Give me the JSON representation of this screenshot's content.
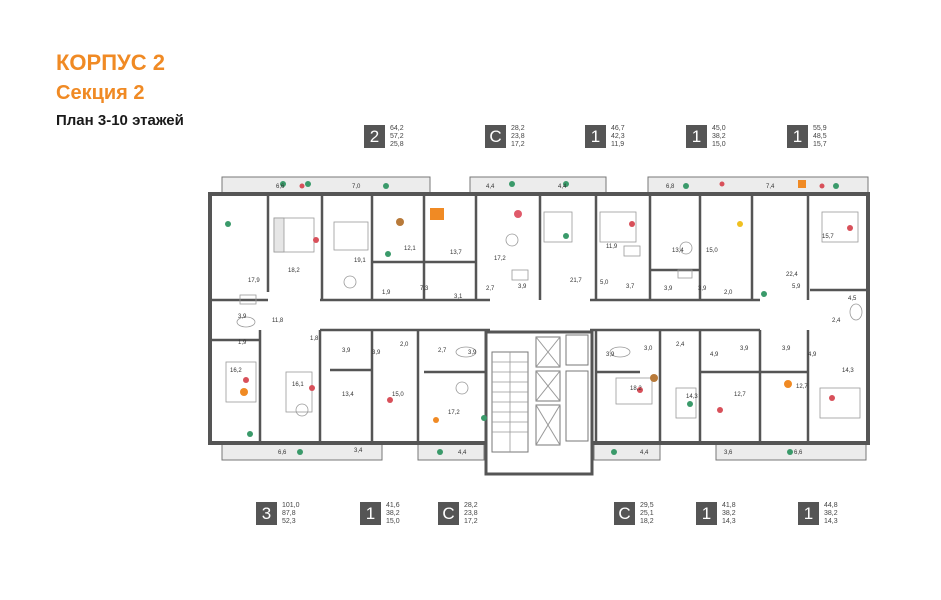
{
  "header": {
    "building": "КОРПУС 2",
    "section": "Секция 2",
    "plan": "План 3-10 этажей"
  },
  "badges_top": [
    {
      "type": "2",
      "values": [
        "64,2",
        "57,2",
        "25,8"
      ]
    },
    {
      "type": "С",
      "values": [
        "28,2",
        "23,8",
        "17,2"
      ]
    },
    {
      "type": "1",
      "values": [
        "46,7",
        "42,3",
        "11,9"
      ]
    },
    {
      "type": "1",
      "values": [
        "45,0",
        "38,2",
        "15,0"
      ]
    },
    {
      "type": "1",
      "values": [
        "55,9",
        "48,5",
        "15,7"
      ]
    }
  ],
  "badges_bottom": [
    {
      "type": "3",
      "values": [
        "101,0",
        "87,8",
        "52,3"
      ]
    },
    {
      "type": "1",
      "values": [
        "41,6",
        "38,2",
        "15,0"
      ]
    },
    {
      "type": "С",
      "values": [
        "28,2",
        "23,8",
        "17,2"
      ]
    },
    {
      "type": "С",
      "values": [
        "29,5",
        "25,1",
        "18,2"
      ]
    },
    {
      "type": "1",
      "values": [
        "41,8",
        "38,2",
        "14,3"
      ]
    },
    {
      "type": "1",
      "values": [
        "44,8",
        "38,2",
        "14,3"
      ]
    }
  ],
  "room_labels": {
    "top_balconies": [
      "6,6",
      "7,0",
      "4,4",
      "4,4",
      "6,8",
      "7,4"
    ],
    "top_rooms": [
      "17,9",
      "18,2",
      "19,1",
      "12,1",
      "13,7",
      "17,2",
      "21,7",
      "11,9",
      "13,4",
      "15,0",
      "22,4",
      "15,7"
    ],
    "top_small": [
      "1,9",
      "7,3",
      "3,1",
      "2,7",
      "3,9",
      "5,0",
      "3,7",
      "3,9",
      "3,9",
      "2,0",
      "5,9",
      "4,5",
      "2,4"
    ],
    "corridor": [
      "3,9",
      "1,9",
      "11,8",
      "1,8"
    ],
    "bottom_small": [
      "3,9",
      "3,9",
      "2,0",
      "2,7",
      "3,9",
      "3,9",
      "3,0",
      "2,4",
      "4,9",
      "3,9",
      "3,9",
      "4,9"
    ],
    "bottom_rooms": [
      "16,2",
      "16,1",
      "13,4",
      "15,0",
      "17,2",
      "18,2",
      "14,3",
      "12,7",
      "12,7",
      "14,3"
    ],
    "bottom_balconies": [
      "6,6",
      "3,4",
      "4,4",
      "4,4",
      "3,6",
      "6,6"
    ]
  },
  "colors": {
    "accent": "#f08a24",
    "wall": "#555555",
    "balcony": "#ececec",
    "badge": "#555555"
  },
  "icons": [
    "plant-icon",
    "chair-icon",
    "bed-icon",
    "bathtub-icon",
    "toilet-icon",
    "sink-icon",
    "stove-icon",
    "dining-table-icon",
    "elevator-icon",
    "stairs-icon"
  ]
}
